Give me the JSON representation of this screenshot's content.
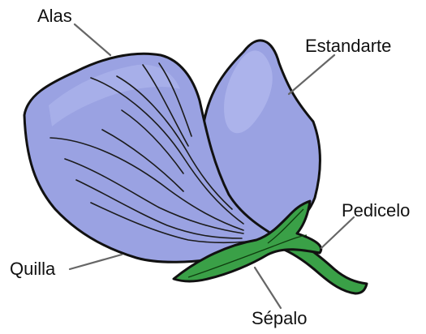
{
  "labels": {
    "alas": "Alas",
    "estandarte": "Estandarte",
    "pedicelo": "Pedicelo",
    "quilla": "Quilla",
    "sepalo": "Sépalo"
  },
  "colors": {
    "petal": "#9aa2e2",
    "petal_highlight": "#b8bff0",
    "green": "#3aa047",
    "outline": "#111111",
    "leader": "#666666"
  }
}
